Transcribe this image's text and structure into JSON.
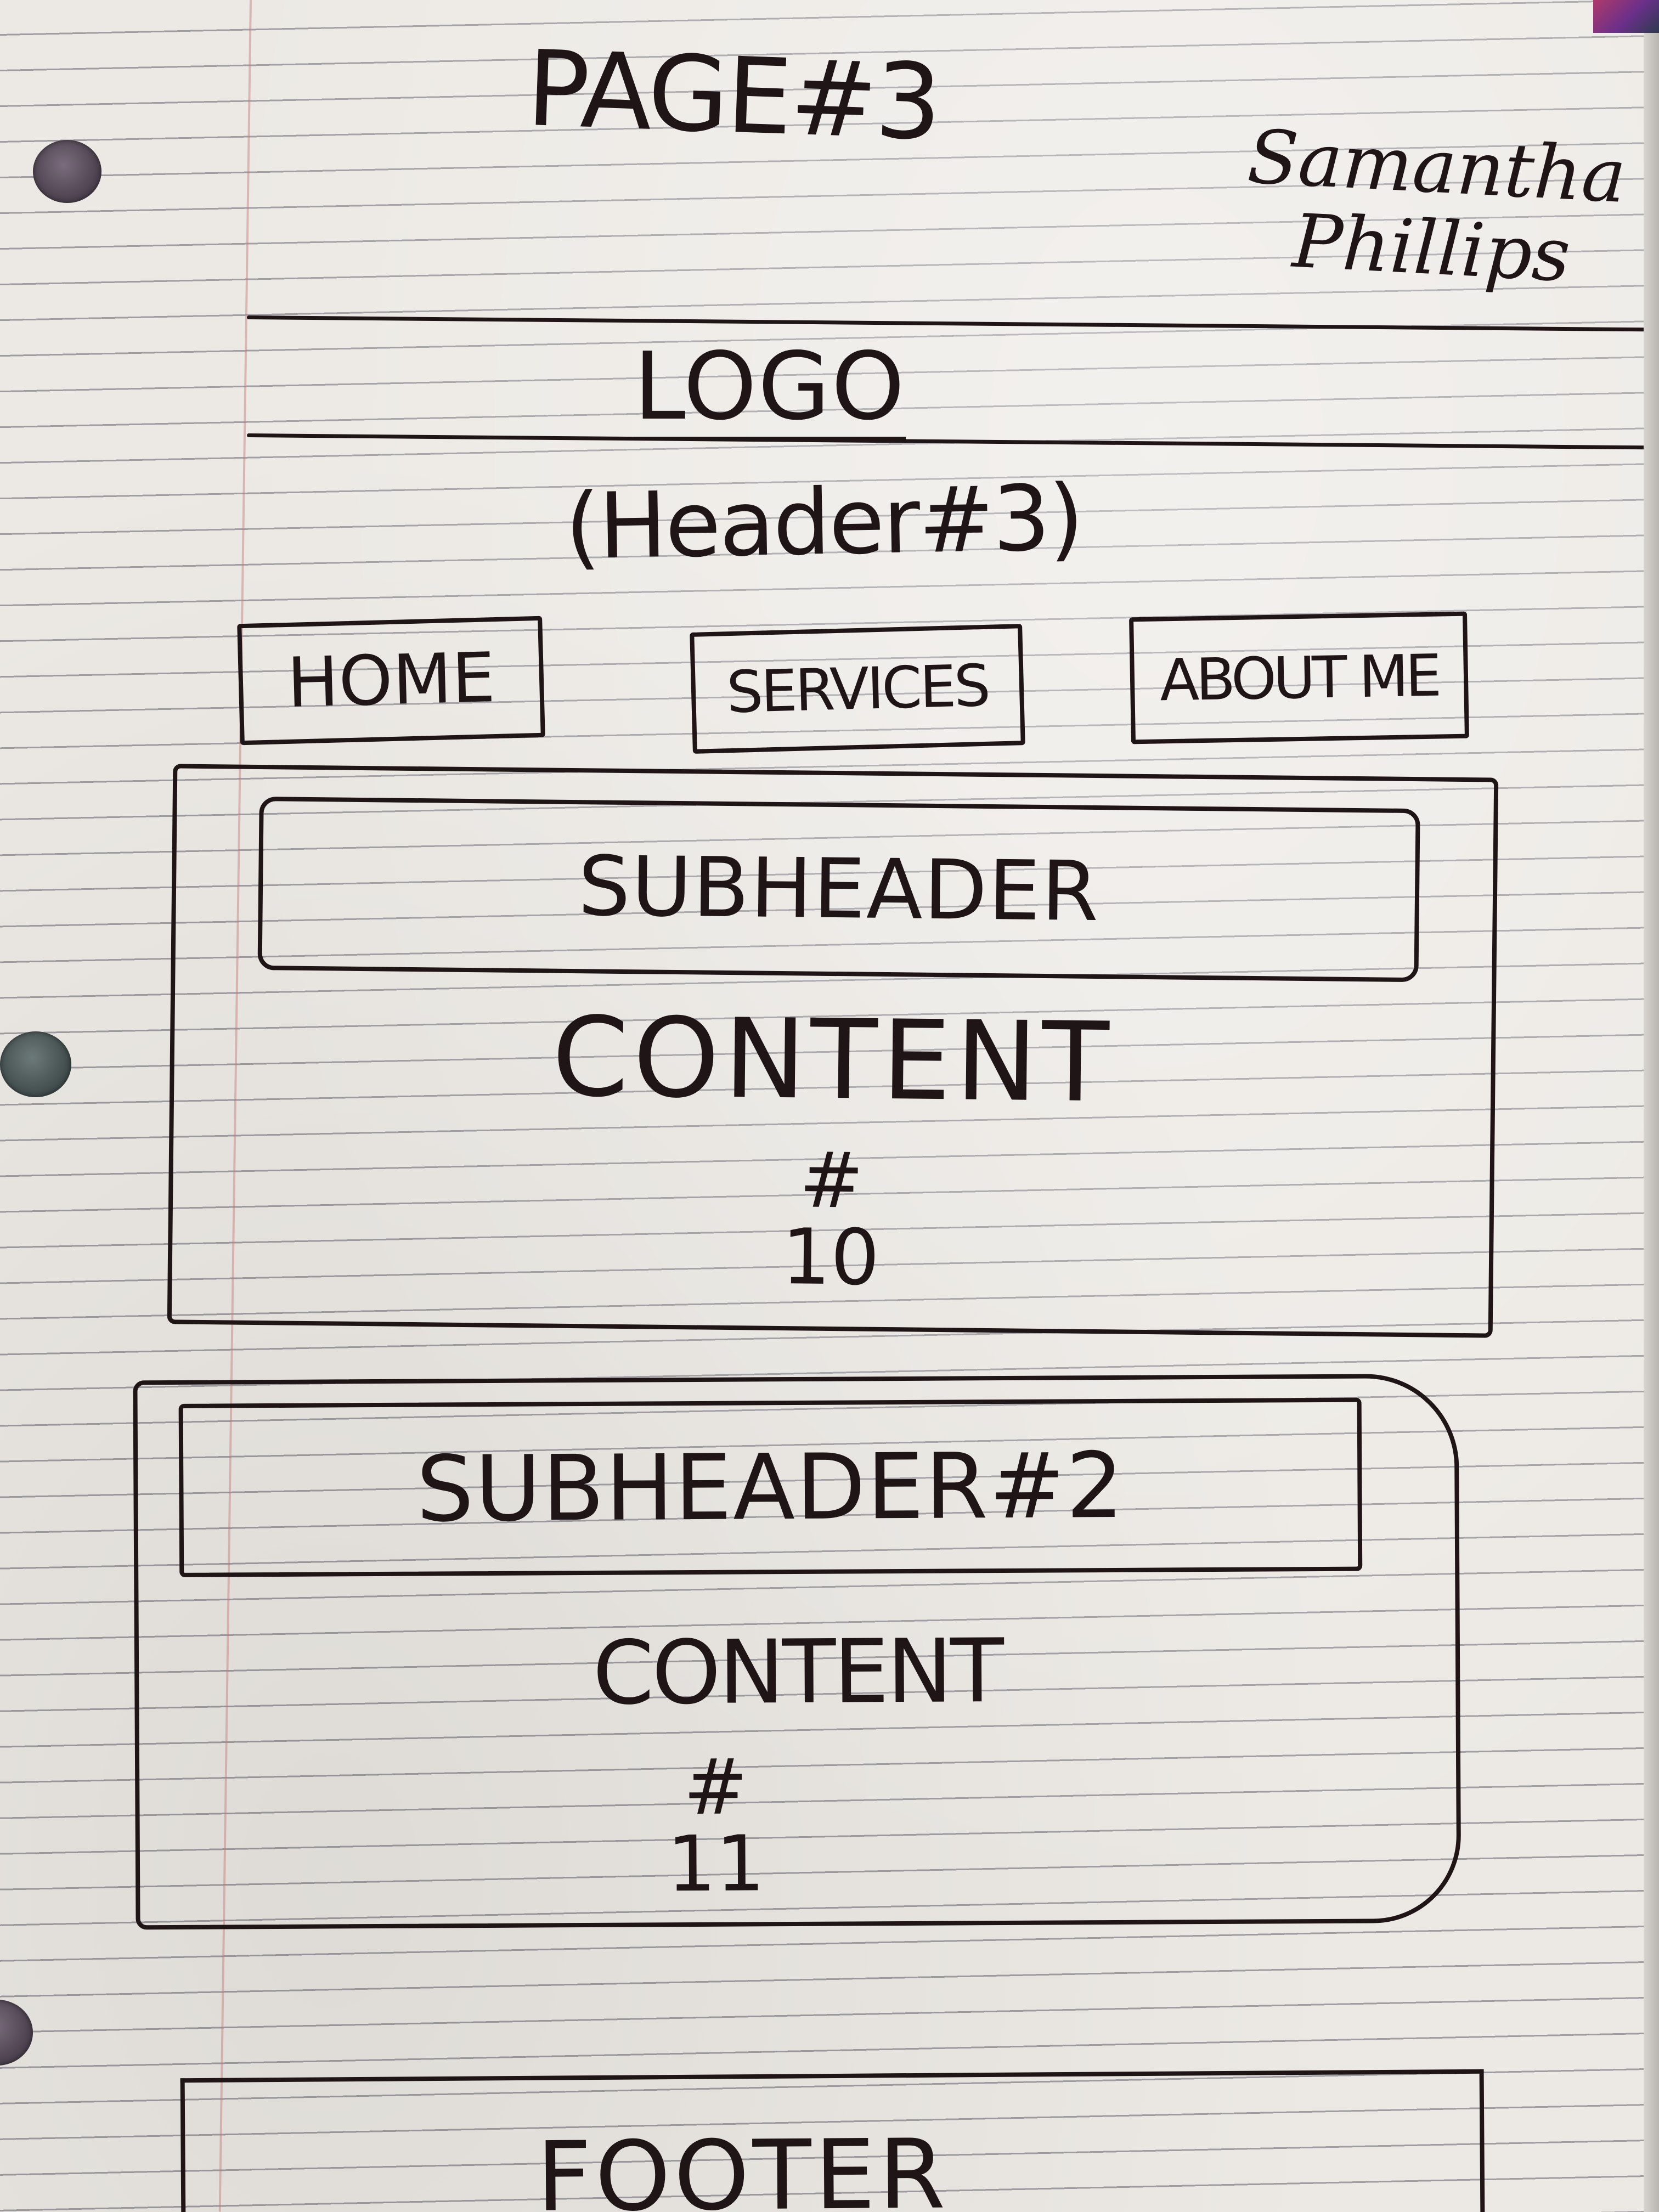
{
  "page": {
    "label": "PAGE#3",
    "author_first": "Samantha",
    "author_last": "Phillips"
  },
  "header": {
    "logo": "LOGO",
    "title": "(Header#3)"
  },
  "nav": {
    "home": "HOME",
    "services": "SERVICES",
    "about": "ABOUT ME"
  },
  "sections": [
    {
      "subheader": "SUBHEADER",
      "content_label": "CONTENT",
      "content_number": "#\n10"
    },
    {
      "subheader": "SUBHEADER#2",
      "content_label": "CONTENT",
      "content_number": "#\n11"
    }
  ],
  "footer": {
    "label": "FOOTER"
  },
  "colors": {
    "ink": "#1f1416",
    "paper": "#ece9e4",
    "rule_lines": "#5f5f6e",
    "margin_line": "#c47878"
  }
}
